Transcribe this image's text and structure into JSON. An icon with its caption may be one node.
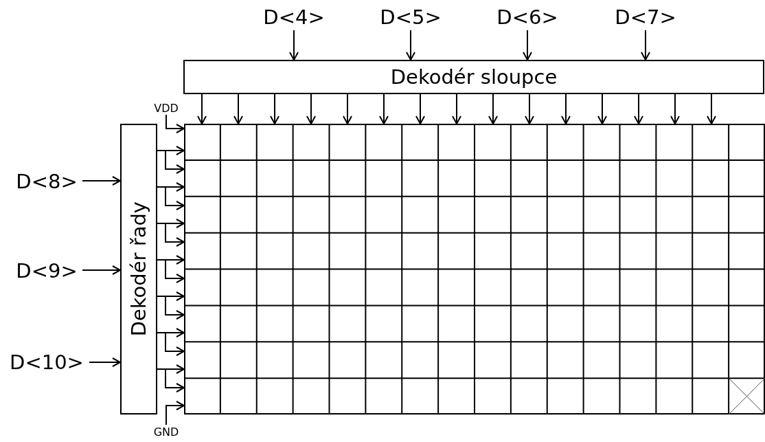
{
  "diagram": {
    "nodes": [
      {
        "text": [
          "D<4>"
        ]
      },
      {
        "text": [
          "D<5>"
        ]
      },
      {
        "text": [
          "D<6>"
        ]
      },
      {
        "text": [
          "D<7>"
        ]
      },
      {
        "text": [
          "Dekodér sloupce"
        ]
      },
      {
        "text": [
          "D<8>"
        ]
      },
      {
        "text": [
          "D<9>"
        ]
      },
      {
        "text": [
          "D<10>"
        ]
      },
      {
        "text": [
          "Dekodér řady"
        ]
      },
      {
        "text": [
          "VDD"
        ]
      },
      {
        "text": [
          "GND"
        ]
      },
      {
        "text": [],
        "shape": "grid"
      }
    ],
    "edges": [
      {
        "from": 0,
        "to": 4,
        "arrow": "to"
      },
      {
        "from": 1,
        "to": 4,
        "arrow": "to"
      },
      {
        "from": 2,
        "to": 4,
        "arrow": "to"
      },
      {
        "from": 3,
        "to": 4,
        "arrow": "to"
      },
      {
        "from": 5,
        "to": 8,
        "arrow": "to"
      },
      {
        "from": 6,
        "to": 8,
        "arrow": "to"
      },
      {
        "from": 7,
        "to": 8,
        "arrow": "to"
      },
      {
        "from": 4,
        "to": 11,
        "arrow": "to"
      },
      {
        "from": 4,
        "to": 11,
        "arrow": "to"
      },
      {
        "from": 4,
        "to": 11,
        "arrow": "to"
      },
      {
        "from": 4,
        "to": 11,
        "arrow": "to"
      },
      {
        "from": 4,
        "to": 11,
        "arrow": "to"
      },
      {
        "from": 4,
        "to": 11,
        "arrow": "to"
      },
      {
        "from": 4,
        "to": 11,
        "arrow": "to"
      },
      {
        "from": 4,
        "to": 11,
        "arrow": "to"
      },
      {
        "from": 4,
        "to": 11,
        "arrow": "to"
      },
      {
        "from": 4,
        "to": 11,
        "arrow": "to"
      },
      {
        "from": 4,
        "to": 11,
        "arrow": "to"
      },
      {
        "from": 4,
        "to": 11,
        "arrow": "to"
      },
      {
        "from": 4,
        "to": 11,
        "arrow": "to"
      },
      {
        "from": 4,
        "to": 11,
        "arrow": "to"
      },
      {
        "from": 4,
        "to": 11,
        "arrow": "to"
      },
      {
        "from": 8,
        "to": 11,
        "arrow": "to"
      },
      {
        "from": 8,
        "to": 11,
        "arrow": "to"
      },
      {
        "from": 8,
        "to": 11,
        "arrow": "to"
      },
      {
        "from": 8,
        "to": 11,
        "arrow": "to"
      },
      {
        "from": 8,
        "to": 11,
        "arrow": "to"
      },
      {
        "from": 8,
        "to": 11,
        "arrow": "to"
      },
      {
        "from": 8,
        "to": 11,
        "arrow": "to"
      },
      {
        "from": 8,
        "to": 11,
        "arrow": "to"
      },
      {
        "from": 8,
        "to": 11,
        "arrow": "to"
      },
      {
        "from": 8,
        "to": 11,
        "arrow": "to"
      },
      {
        "from": 8,
        "to": 11,
        "arrow": "to"
      },
      {
        "from": 8,
        "to": 11,
        "arrow": "to"
      },
      {
        "from": 8,
        "to": 11,
        "arrow": "to"
      },
      {
        "from": 8,
        "to": 11,
        "arrow": "to"
      },
      {
        "from": 9,
        "to": 11,
        "arrow": "to"
      },
      {
        "from": 10,
        "to": 11,
        "arrow": "to"
      }
    ]
  }
}
